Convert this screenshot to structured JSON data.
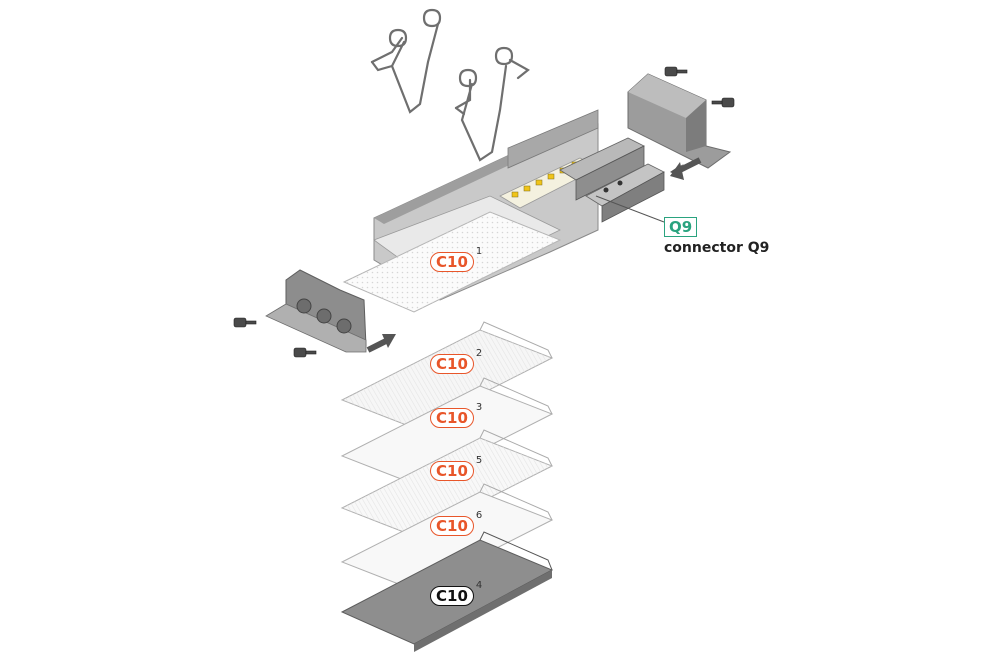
{
  "colors": {
    "label_orange": "#e8562a",
    "label_black": "#111111",
    "label_green": "#2aa37f",
    "profile_grey": "#bdbdbd",
    "profile_dark": "#8e8e8e",
    "arrow_grey": "#555555"
  },
  "labels": [
    {
      "code": "C10",
      "number": "1",
      "color": "orange"
    },
    {
      "code": "C10",
      "number": "2",
      "color": "orange"
    },
    {
      "code": "C10",
      "number": "3",
      "color": "orange"
    },
    {
      "code": "C10",
      "number": "5",
      "color": "orange"
    },
    {
      "code": "C10",
      "number": "6",
      "color": "orange"
    },
    {
      "code": "C10",
      "number": "4",
      "color": "black"
    }
  ],
  "connector": {
    "code": "Q9",
    "text": "connector Q9"
  }
}
